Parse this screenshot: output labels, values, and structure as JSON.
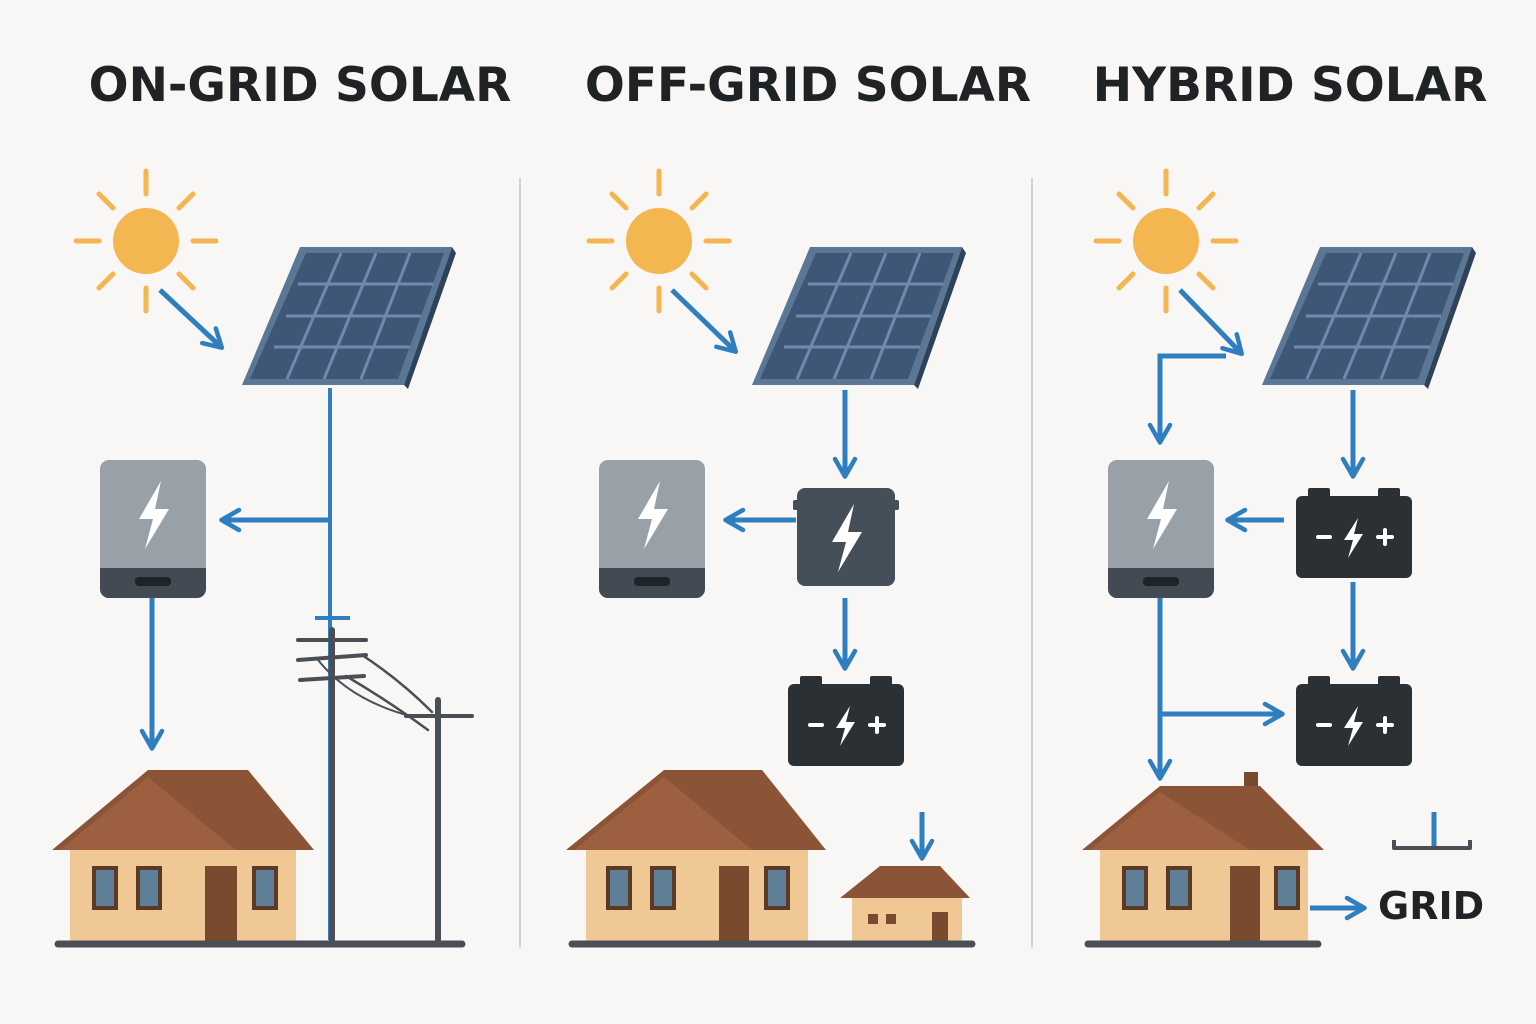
{
  "titles": {
    "on_grid": "ON-GRID SOLAR",
    "off_grid": "OFF-GRID SOLAR",
    "hybrid": "HYBRID SOLAR"
  },
  "labels": {
    "grid": "GRID"
  },
  "colors": {
    "background": "#f8f7f5",
    "arrow": "#2f7fc0",
    "sun": "#f4b650",
    "panel": "#3e5777",
    "panel_frame": "#5c7796",
    "inverter": "#98a1a8",
    "inverter_base": "#424b53",
    "controller": "#444f5a",
    "battery": "#2b3035",
    "roof": "#8b5437",
    "wall": "#f0c896",
    "door": "#7a4a2e",
    "window": "#5f7f98",
    "pole": "#4a4f55"
  },
  "icons": [
    "sun-icon",
    "solar-panel-icon",
    "inverter-icon",
    "charge-controller-icon",
    "battery-icon",
    "house-icon",
    "utility-pole-icon",
    "arrow-icon",
    "bolt-icon"
  ]
}
